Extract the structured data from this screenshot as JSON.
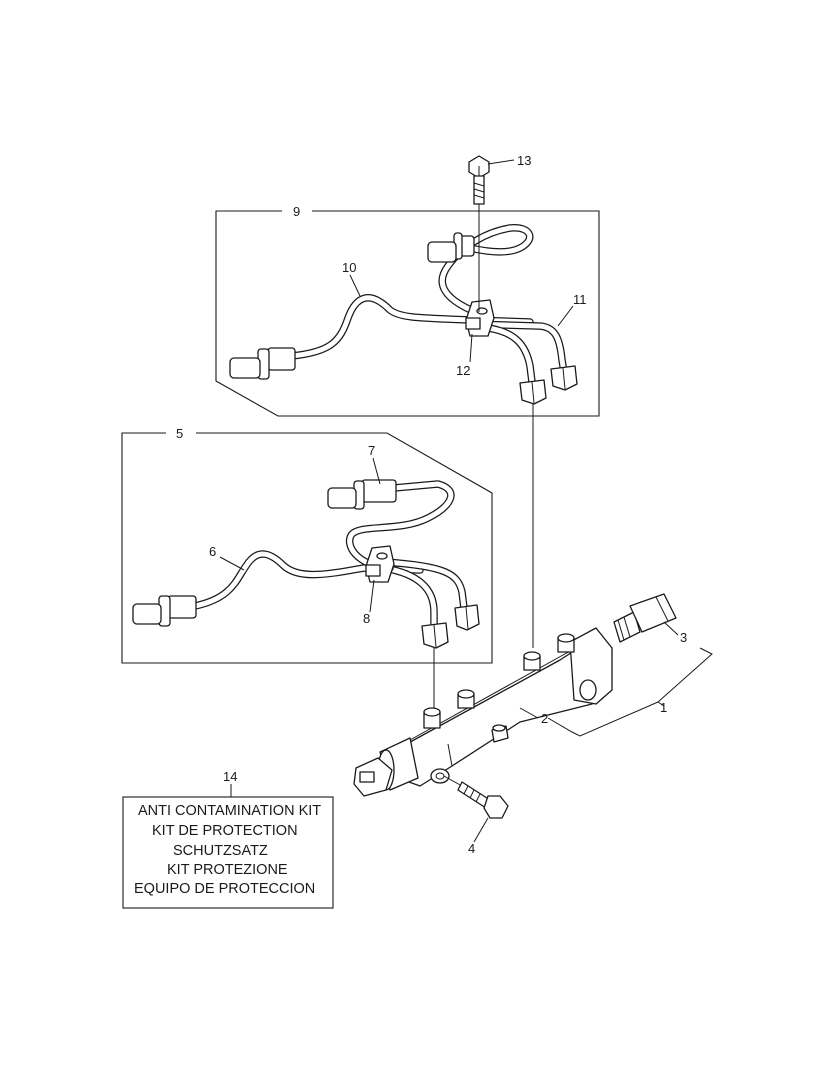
{
  "callouts": {
    "c1": "1",
    "c2": "2",
    "c3": "3",
    "c4": "4",
    "c5": "5",
    "c6": "6",
    "c7": "7",
    "c8": "8",
    "c9": "9",
    "c10": "10",
    "c11": "11",
    "c12": "12",
    "c13": "13",
    "c14": "14"
  },
  "kit_box": {
    "lines": [
      "ANTI CONTAMINATION KIT",
      "KIT DE PROTECTION",
      "SCHUTZSATZ",
      "KIT PROTEZIONE",
      "EQUIPO DE PROTECCION"
    ]
  }
}
